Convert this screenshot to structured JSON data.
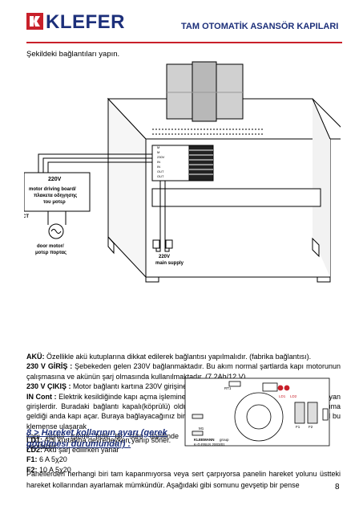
{
  "header": {
    "brand": "KLEFER",
    "title": "TAM OTOMATİK ASANSÖR KAPILARI",
    "accent_color": "#c8202a",
    "brand_color": "#1c2f7a"
  },
  "intro": "Şekildeki bağlantıları yapın.",
  "diagram": {
    "board_voltage": "220V",
    "board_label_1": "motor driving board/",
    "board_label_2": "πλακετα οδηγησης",
    "board_label_3": "του μοτερ",
    "ct_label": "CT",
    "motor_label_1": "door motor/",
    "motor_label_2": "μοτερ πορτας",
    "supply_voltage": "220V",
    "supply_label": "main supply",
    "terminal_labels": [
      "M",
      "M",
      "230V",
      "IN",
      "IN",
      "OUT",
      "OUT"
    ]
  },
  "paragraphs": {
    "aku_label": "AKÜ:",
    "aku_text": "Özellikle akü kutuplarına dikkat edilerek bağlantısı yapılmalıdır. (fabrika bağlantısı).",
    "giris_label": "230 V GİRİŞ :",
    "giris_text": "Şebekeden gelen 230V bağlanmaktadır. Bu akım normal şartlarda kapı motorunun çalışmasına ve akünün şarj olmasında kullanılmaktadır. (7,2Ah/12 V).",
    "cikis_label": "230 V ÇIKIŞ :",
    "cikis_text": "Motor bağlantı kartına 230V girişine bağlanmaktadır. (Fermator).",
    "incont_label": "IN Cont :",
    "incont_text": "Elektrik kesildiğinde kapı açma işlemine başlanması için gerekli olan bağlantıyı sağlayan girişlerdir. Buradaki bağlantı kapalı(köprülü) olduğu sürece kapı açmaz, bağlantı aşık konuma geldiği anda kapı açar. Buraya bağlayacağınız bir şalter sayesinde kabin kata geldiğinde sinyal bu klemense ulaşarak",
    "incont_tail": "kapı açma işlemi belli bir süre dahilinde yapılabilir."
  },
  "legend": [
    {
      "label": "LD1:",
      "text": "Acil kurtarma devredeyken yanıp söner."
    },
    {
      "label": "LD2:",
      "text": "Akü şarj edilirken yanar"
    },
    {
      "label": "F1:",
      "text": "6 A 5χ20"
    },
    {
      "label": "F2:",
      "text": "10 A 5χ20"
    }
  ],
  "pcb": {
    "brand": "KLEEMANN",
    "brand_suffix": "group",
    "code": "K-D EBUS 2003/01",
    "labels": [
      "RT1",
      "LD2",
      "LD1",
      "M1",
      "F1",
      "F2"
    ]
  },
  "section_heading": "8 > Hareket kollarının ayarı (gerek görülmesi durumunda!) :",
  "footer_text": "Panellerden herhangi biri tam kapanmıyorsa veya sert çarpıyorsa panelin hareket yolunu üstteki hareket kollarından ayarlamak mümkündür. Aşağıdaki gibi somunu gevşetip bir pense",
  "page_number": "8"
}
